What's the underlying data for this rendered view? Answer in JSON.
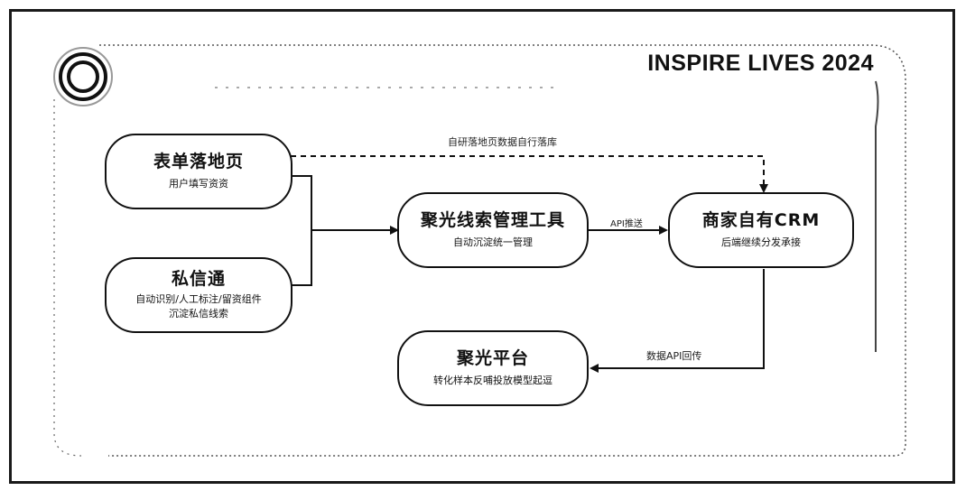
{
  "header": {
    "title": "INSPIRE LIVES   2024"
  },
  "nodes": {
    "form_landing": {
      "title": "表单落地页",
      "sub": "用户填写资资"
    },
    "private_msg": {
      "title": "私信通",
      "sub1": "自动识别/人工标注/留资组件",
      "sub2": "沉淀私信线索"
    },
    "lead_tool": {
      "title": "聚光线索管理工具",
      "sub": "自动沉淀统一管理"
    },
    "crm": {
      "title": "商家自有CRM",
      "sub": "后端继续分发承接"
    },
    "platform": {
      "title": "聚光平台",
      "sub": "转化样本反哺投放模型起逗"
    }
  },
  "edges": {
    "dashed_top": "自研落地页数据自行落库",
    "api_push": "API推送",
    "data_api_return": "数据API回传"
  },
  "colors": {
    "line": "#111111",
    "background": "#ffffff"
  },
  "icons": {
    "logo": "concentric-circle-logo-icon"
  }
}
